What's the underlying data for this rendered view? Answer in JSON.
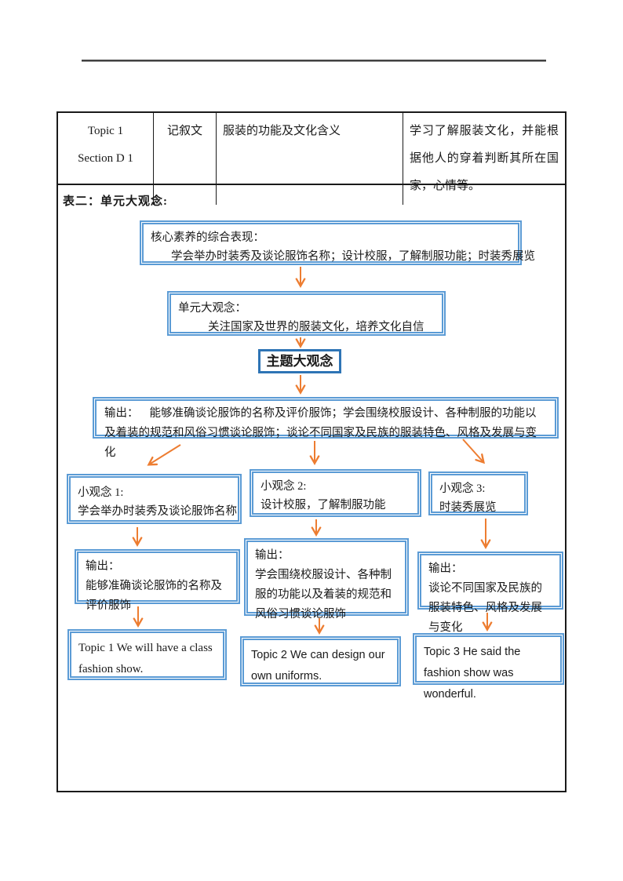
{
  "summary_table": {
    "topic_cell": {
      "line1": "Topic 1",
      "line2": "Section D 1"
    },
    "genre_cell": "记叙文",
    "theme_cell": "服装的功能及文化含义",
    "goal_cell": "学习了解服装文化，并能根据他人的穿着判断其所在国家，心情等。"
  },
  "section_label": "表二：单元大观念:",
  "flowchart": {
    "core_box": {
      "line1": "核心素养的综合表现：",
      "line2": "学会举办时装秀及谈论服饰名称；设计校服，了解制服功能；时装秀展览"
    },
    "unit_box": {
      "line1": "单元大观念：",
      "line2": "关注国家及世界的服装文化，培养文化自信"
    },
    "theme_box": "主题大观念",
    "main_output": {
      "label": "输出：",
      "text": "能够准确谈论服饰的名称及评价服饰；学会围绕校服设计、各种制服的功能以及着装的规范和风俗习惯谈论服饰；谈论不同国家及民族的服装特色、风格及发展与变化"
    },
    "mini1": {
      "title": "小观念 1:",
      "text": "学会举办时装秀及谈论服饰名称"
    },
    "mini2": {
      "title": "小观念 2:",
      "text": "设计校服，了解制服功能"
    },
    "mini3": {
      "title": "小观念 3:",
      "text": "时装秀展览"
    },
    "out1": {
      "title": "输出：",
      "text": "能够准确谈论服饰的名称及评价服饰"
    },
    "out2": {
      "title": "输出：",
      "text": "学会围绕校服设计、各种制服的功能以及着装的规范和风俗习惯谈论服饰"
    },
    "out3": {
      "title": "输出：",
      "text": "谈论不同国家及民族的服装特色、风格及发展与变化"
    },
    "topic1": "Topic 1 We will have a class fashion show.",
    "topic2": "Topic 2 We can design our own uniforms.",
    "topic3": "Topic 3 He said the fashion show was wonderful."
  },
  "colors": {
    "box_border_blue": "#5B9BD5",
    "theme_border_blue": "#2E74B5",
    "arrow_orange": "#ED7D31",
    "table_border": "#1A1A1A"
  }
}
